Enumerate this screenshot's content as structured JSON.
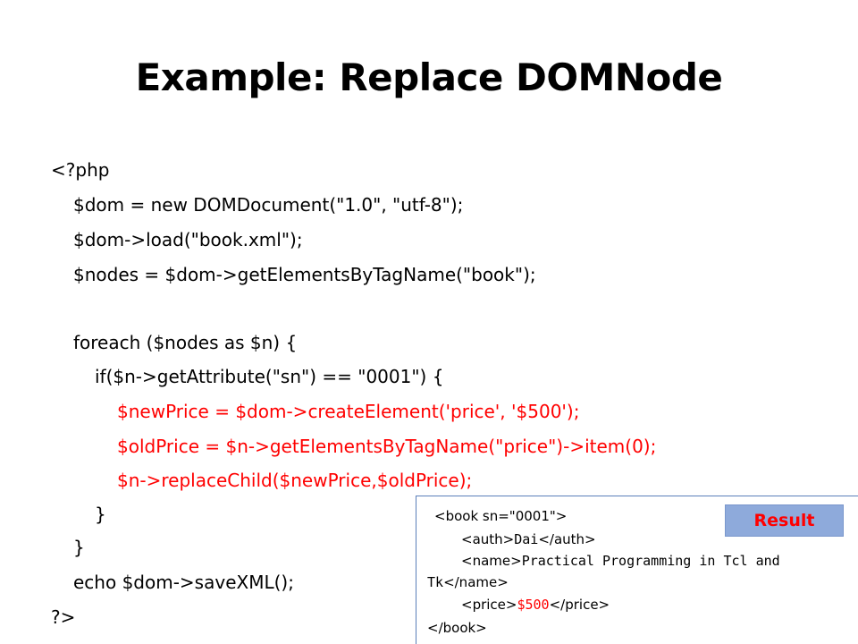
{
  "slide": {
    "title": "Example: Replace DOMNode"
  },
  "code": {
    "l1": "<?php",
    "l2": "$dom = new DOMDocument(\"1.0\", \"utf-8\");",
    "l3": "$dom->load(\"book.xml\");",
    "l4": "$nodes = $dom->getElementsByTagName(\"book\");",
    "l5": "foreach ($nodes as $n) {",
    "l6": "if($n->getAttribute(\"sn\") == \"0001\") {",
    "l7": "$newPrice = $dom->createElement('price', '$500');",
    "l8": "$oldPrice = $n->getElementsByTagName(\"price\")->item(0);",
    "l9": "$n->replaceChild($newPrice,$oldPrice);",
    "l10": "}",
    "l11": "}",
    "l12": "echo $dom->saveXML();",
    "l13": "?>"
  },
  "result": {
    "badge": "Result",
    "book_open": "<book sn=\"0001\">",
    "auth_open": "<auth>",
    "auth_value": "Dai",
    "auth_close": "</auth>",
    "name_open": "<name>",
    "name_value": "Practical Programming in Tcl and",
    "name_cont": "Tk",
    "name_close": "</name>",
    "price_open": "<price>",
    "price_value": "$500",
    "price_close": "</price>",
    "book_close": "</book>"
  },
  "colors": {
    "highlight": "#ff0000",
    "badge_bg": "#8eaadb",
    "box_border": "#5b7fb9"
  }
}
